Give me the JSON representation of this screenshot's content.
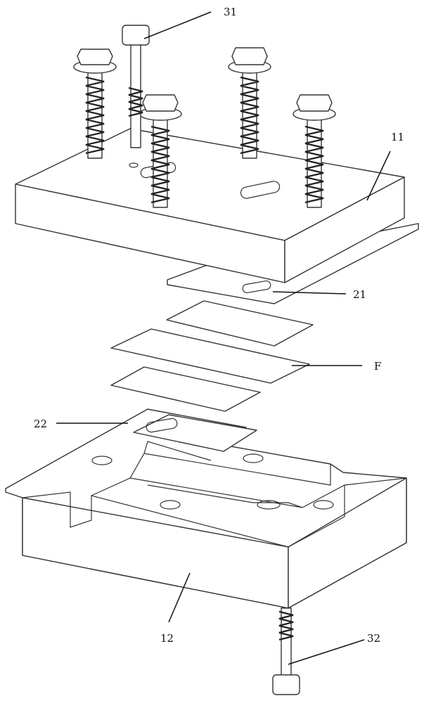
{
  "figure": {
    "labels": {
      "bolt_top": "31",
      "upper_block": "11",
      "upper_plate": "21",
      "film": "F",
      "lower_plate": "22",
      "lower_block": "12",
      "bolt_bottom": "32"
    },
    "colors": {
      "line": "#333333",
      "background": "#ffffff"
    }
  }
}
